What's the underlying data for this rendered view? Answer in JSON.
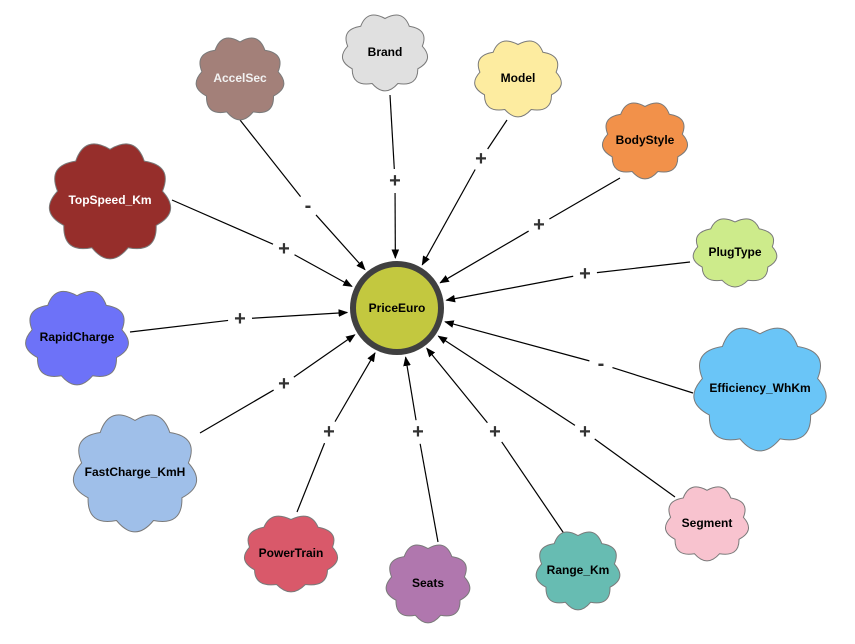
{
  "center": {
    "label": "PriceEuro",
    "fill": "#c3c83f",
    "stroke": "#404040"
  },
  "nodes": [
    {
      "id": "brand",
      "label": "Brand",
      "sign": "+",
      "fill": "#e0e0e0",
      "text_color": "#000000"
    },
    {
      "id": "model",
      "label": "Model",
      "sign": "+",
      "fill": "#fdeca0",
      "text_color": "#000000"
    },
    {
      "id": "bodystyle",
      "label": "BodyStyle",
      "sign": "+",
      "fill": "#f2914a",
      "text_color": "#000000"
    },
    {
      "id": "plugtype",
      "label": "PlugType",
      "sign": "+",
      "fill": "#cdeb8b",
      "text_color": "#000000"
    },
    {
      "id": "efficiency",
      "label": "Efficiency_WhKm",
      "sign": "-",
      "fill": "#6ac5f7",
      "text_color": "#000000"
    },
    {
      "id": "segment",
      "label": "Segment",
      "sign": "+",
      "fill": "#f8c3cf",
      "text_color": "#000000"
    },
    {
      "id": "range",
      "label": "Range_Km",
      "sign": "+",
      "fill": "#67bcb2",
      "text_color": "#000000"
    },
    {
      "id": "seats",
      "label": "Seats",
      "sign": "+",
      "fill": "#b077ae",
      "text_color": "#000000"
    },
    {
      "id": "powertrain",
      "label": "PowerTrain",
      "sign": "+",
      "fill": "#d9596a",
      "text_color": "#000000"
    },
    {
      "id": "fastcharge",
      "label": "FastCharge_KmH",
      "sign": "+",
      "fill": "#9fbfe9",
      "text_color": "#000000"
    },
    {
      "id": "rapidcharge",
      "label": "RapidCharge",
      "sign": "+",
      "fill": "#6d72f8",
      "text_color": "#000000"
    },
    {
      "id": "topspeed",
      "label": "TopSpeed_Km",
      "sign": "+",
      "fill": "#962e2b",
      "text_color": "#ffffff"
    },
    {
      "id": "accelsec",
      "label": "AccelSec",
      "sign": "-",
      "fill": "#a38079",
      "text_color": "#f2f2f2"
    }
  ]
}
